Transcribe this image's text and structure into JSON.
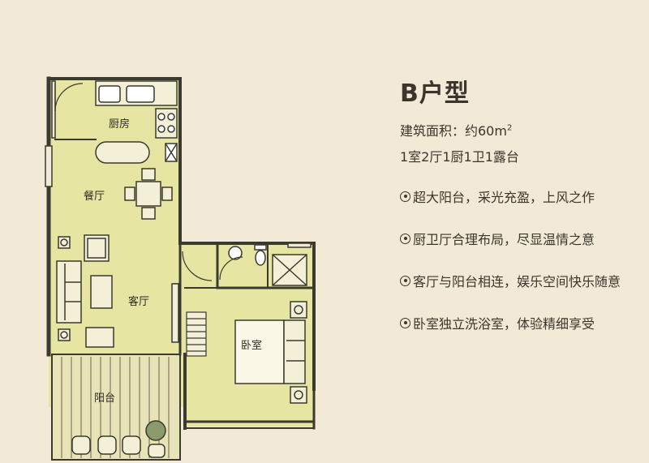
{
  "title": "B户型",
  "area": {
    "label": "建筑面积：约60m",
    "sup": "2"
  },
  "layout": "1室2厅1厨1卫1露台",
  "features": [
    "超大阳台，采光充盈，上风之作",
    "厨卫厅合理布局，尽显温情之意",
    "客厅与阳台相连，娱乐空间快乐随意",
    "卧室独立洗浴室，体验精细享受"
  ],
  "rooms": {
    "kitchen": "厨房",
    "dining": "餐厅",
    "living": "客厅",
    "bedroom": "卧室",
    "balcony": "阳台"
  },
  "colors": {
    "background": "#f2ead6",
    "floor": "#e6e6a2",
    "wall": "#3a3a30",
    "text": "#3d352c"
  }
}
